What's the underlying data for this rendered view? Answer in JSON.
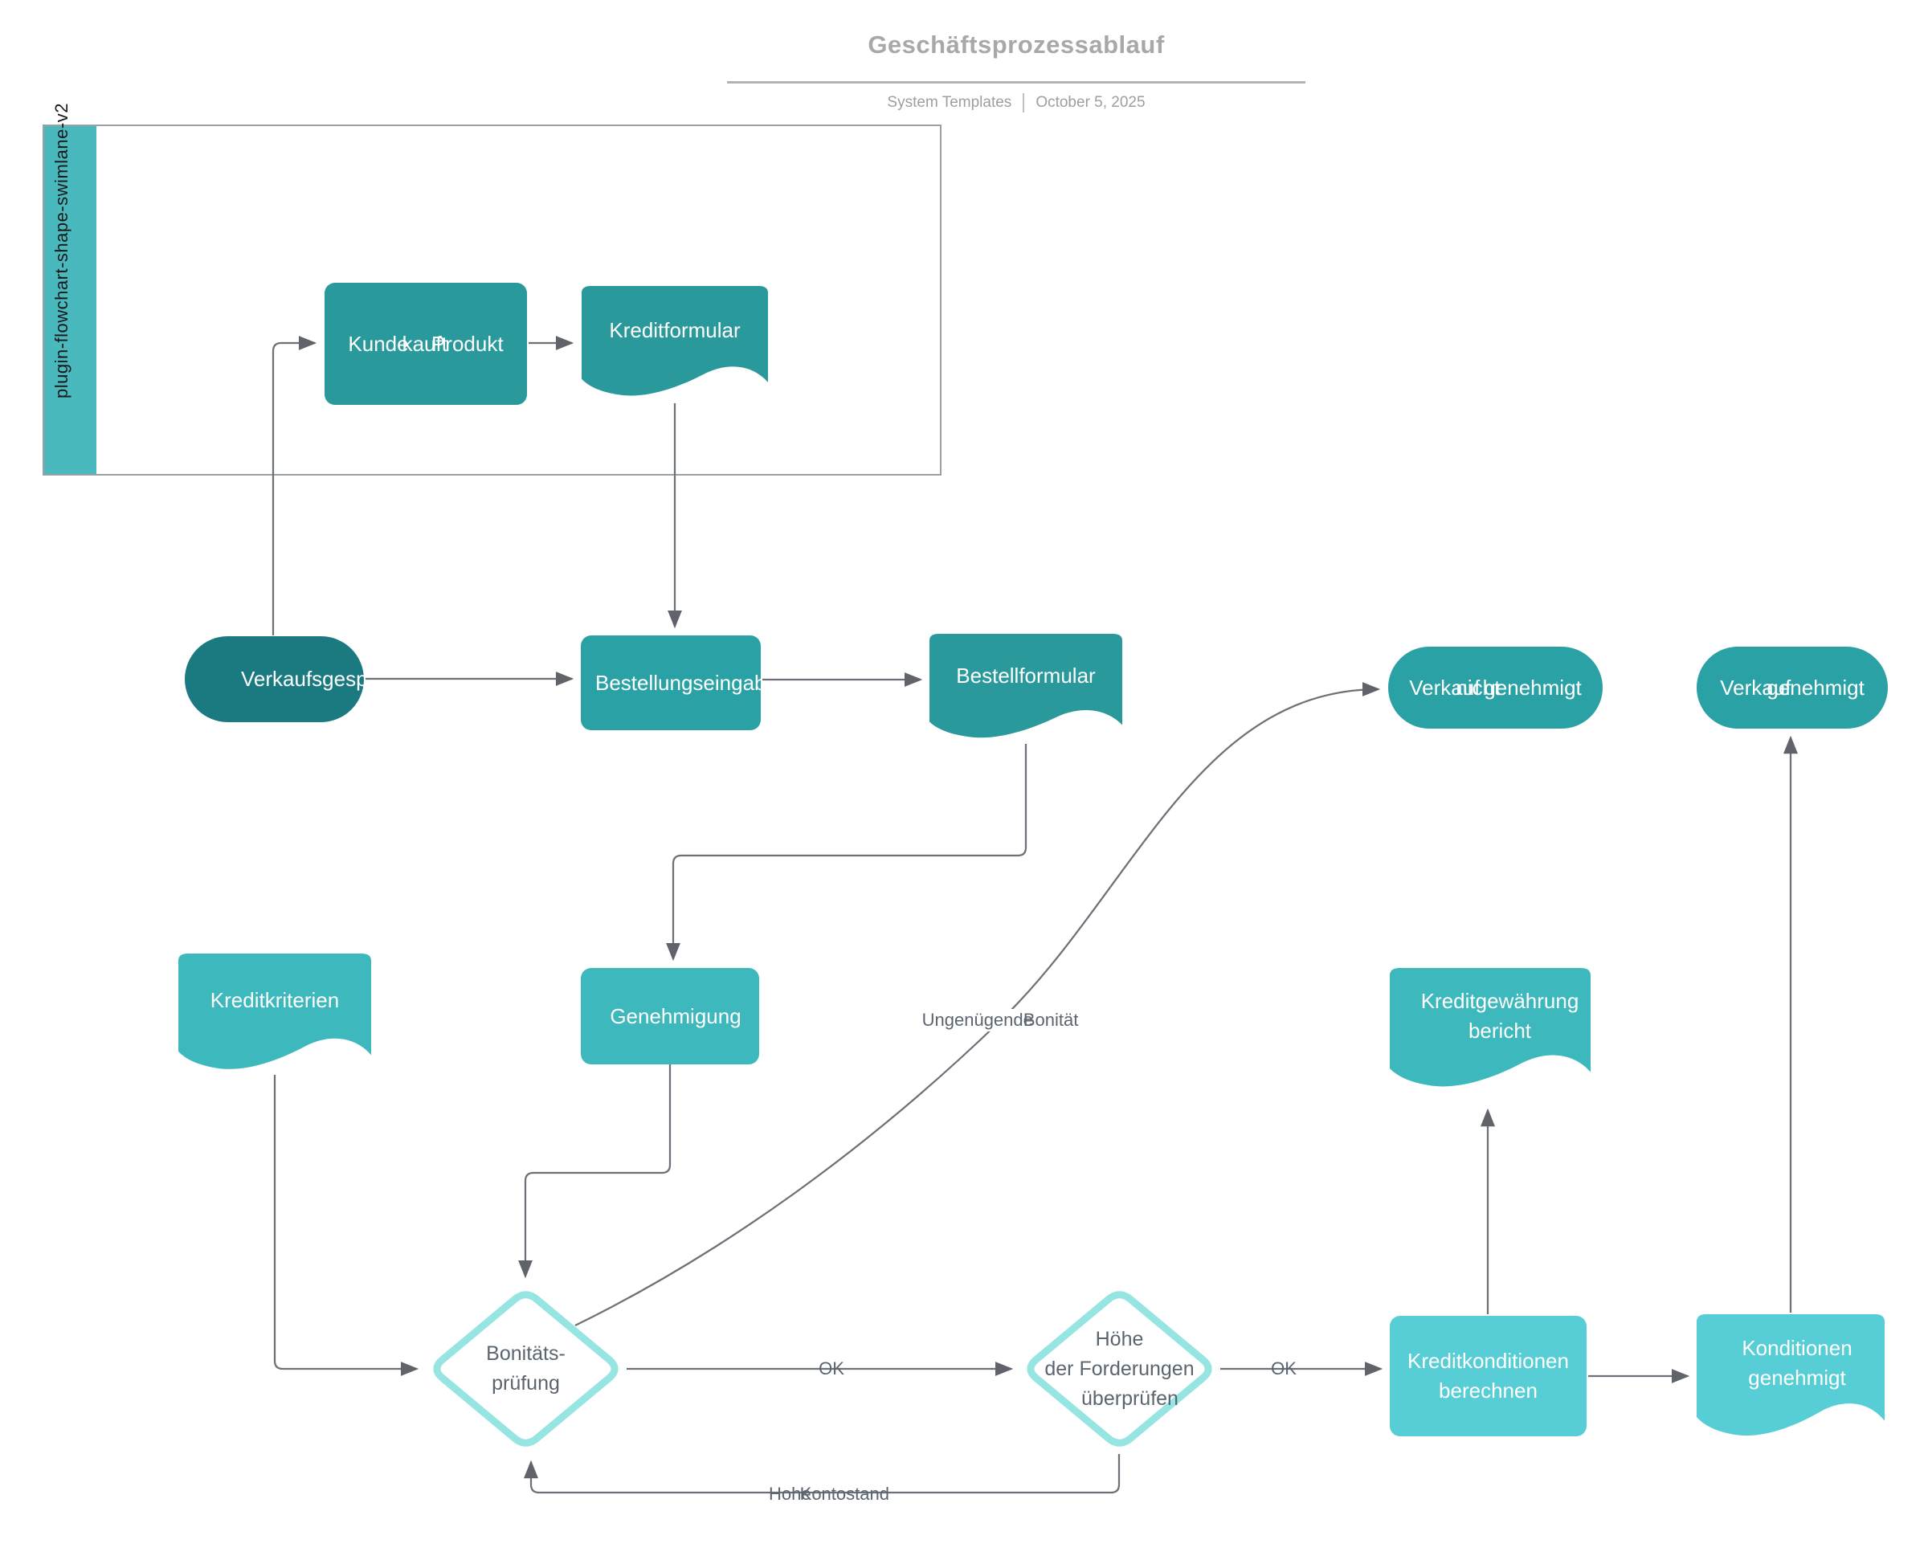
{
  "header": {
    "title": "Geschäftsprozessablauf",
    "source": "System Templates",
    "date": "October 5, 2025"
  },
  "swimlane": {
    "label": "plugin-flowchart-shape-swimlane-v2"
  },
  "nodes": {
    "kunde_kauft_produkt": {
      "words": [
        "Kunde",
        "kauft",
        "Produkt"
      ]
    },
    "kreditformular": {
      "label": "Kreditformular"
    },
    "verkaufsgespraech": {
      "label": "Verkaufsgespräch"
    },
    "bestellungseingabe": {
      "label": "Bestellungseingabe"
    },
    "bestellformular": {
      "label": "Bestellformular"
    },
    "verkauf_nicht_genehmigt": {
      "words": [
        "Verkauf",
        "nicht",
        "genehmigt"
      ]
    },
    "verkauf_genehmigt": {
      "words": [
        "Verkauf",
        "genehmigt"
      ]
    },
    "kreditkriterien": {
      "label": "Kreditkriterien"
    },
    "genehmigung": {
      "label": "Genehmigung"
    },
    "bonitaetspruefung": {
      "line1": "Bonitäts-",
      "line2": "prüfung"
    },
    "hoehe_forderungen": {
      "line1": "Höhe",
      "line2": "der Forderungen",
      "line3": "überprüfen"
    },
    "kreditgewaehrung_bericht": {
      "line1": "Kreditgewährung",
      "line2": "bericht"
    },
    "kreditkonditionen_berechnen": {
      "line1": "Kreditkonditionen",
      "line2": "berechnen"
    },
    "konditionen_genehmigt": {
      "line1": "Konditionen",
      "line2": "genehmigt"
    }
  },
  "edge_labels": {
    "ok1": "OK",
    "ok2": "OK",
    "ungenuegende": {
      "words": [
        "Ungenügende",
        "Bonität"
      ]
    },
    "hohe_kontostand": {
      "words": [
        "Hohe",
        "Kontostand"
      ]
    }
  },
  "colors": {
    "terminator_dark": "#1a7a80",
    "process_teal": "#2a999c",
    "process_teal2": "#2aa1a5",
    "light_teal": "#3db8bc",
    "light_cyan": "#57ced6",
    "lane_bar": "#4ab9bd",
    "diamond_border": "#97e5e2",
    "edge_grey": "#6d7177",
    "title_grey": "#a8a8a8"
  }
}
